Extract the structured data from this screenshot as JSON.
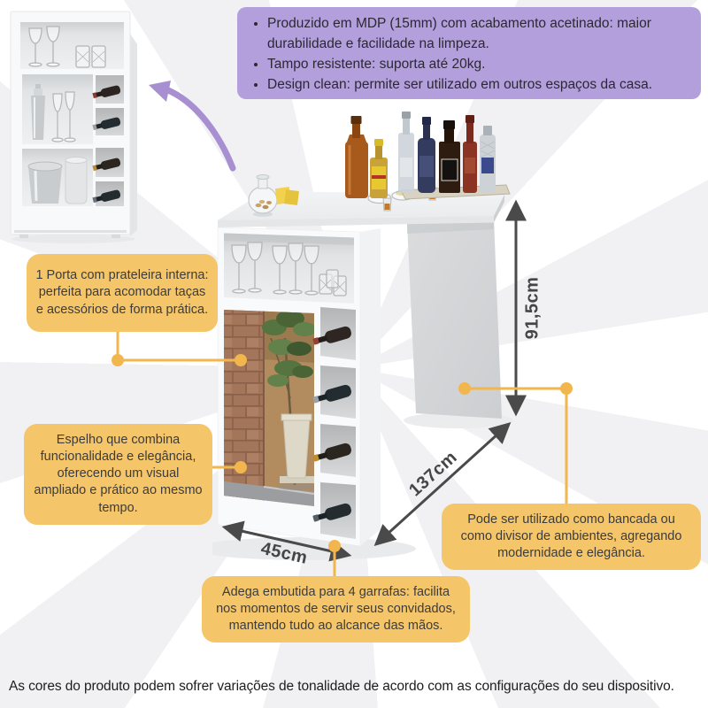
{
  "features_box": {
    "items": [
      "Produzido em MDP (15mm) com acabamento acetinado: maior durabilidade e facilidade na limpeza.",
      "Tampo resistente: suporta até 20kg.",
      "Design clean: permite ser utilizado em outros espaços da casa."
    ]
  },
  "callouts": {
    "door": "1 Porta com prateleira interna: perfeita para acomodar taças e acessórios de forma prática.",
    "mirror": "Espelho que combina funcionalidade e elegância, oferecendo um visual ampliado e prático ao mesmo tempo.",
    "wine_rack": "Adega embutida para 4 garrafas: facilita nos momentos de servir seus convidados, mantendo tudo ao alcance das mãos.",
    "usage": "Pode ser utilizado como bancada ou como divisor de ambientes, agregando modernidade e elegância."
  },
  "dimensions": {
    "height": "91,5cm",
    "length": "137cm",
    "depth": "45cm"
  },
  "disclaimer": "As cores do produto podem sofrer variações de tonalidade de acordo com as configurações do seu dispositivo.",
  "colors": {
    "purple_box": "#b49fdd",
    "purple_arrow": "#a78fd2",
    "callout_bg": "#f5c569",
    "connector": "#f1b64e",
    "dimension_arrow": "#4a4a4a"
  }
}
